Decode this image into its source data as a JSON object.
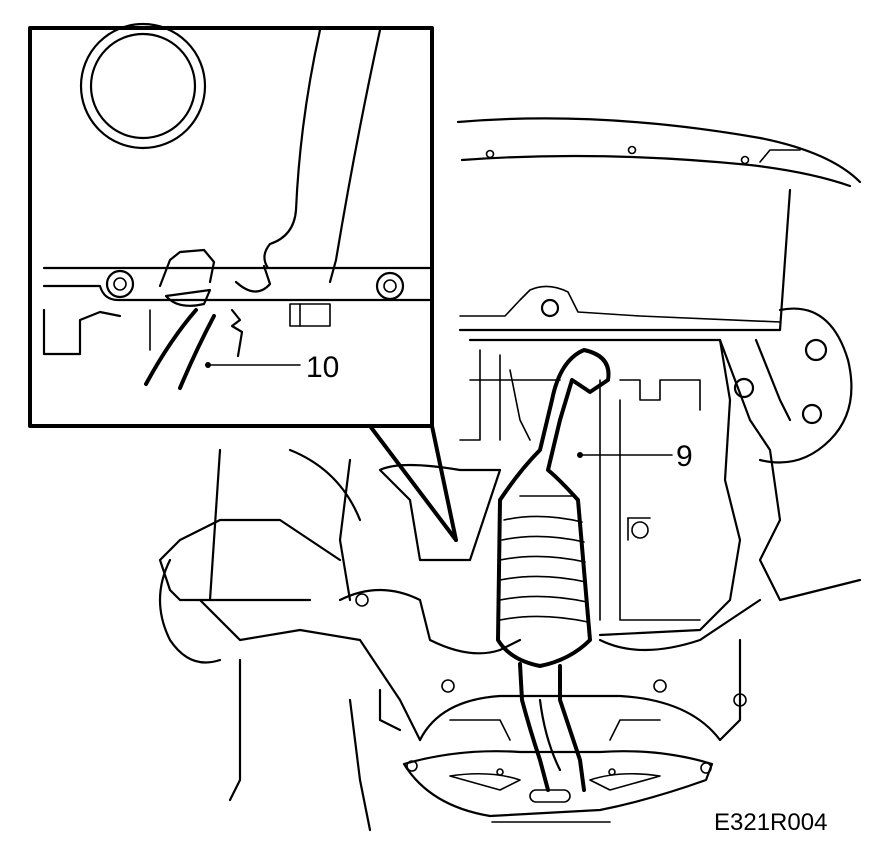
{
  "callouts": {
    "part_9": "9",
    "part_10": "10"
  },
  "figure_code": "E321R004"
}
